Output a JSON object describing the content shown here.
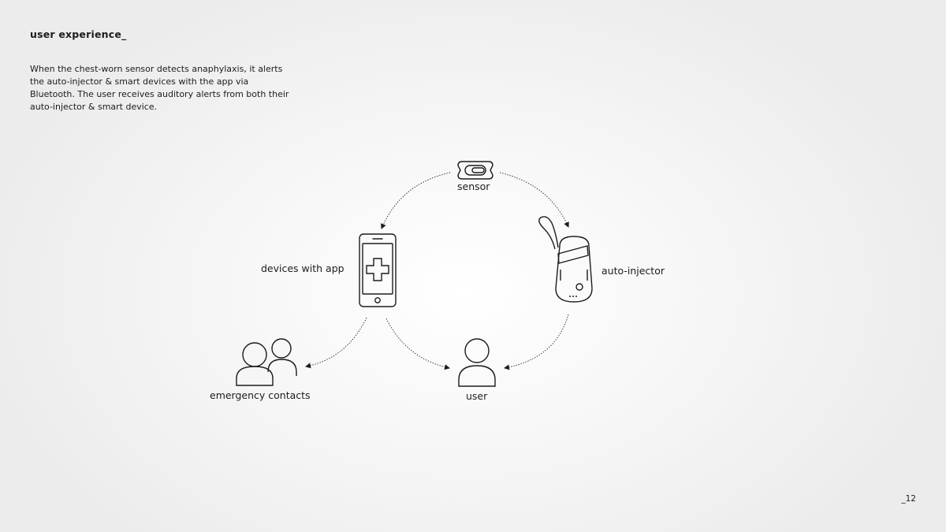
{
  "slide": {
    "heading": "user experience_",
    "intro": "When the chest-worn sensor detects anaphylaxis, it alerts the auto-injector & smart devices with the app via Bluetooth. The user receives auditory alerts from both their auto-injector & smart device.",
    "page_number": "_12"
  },
  "diagram": {
    "nodes": {
      "sensor": {
        "label": "sensor",
        "icon": "sensor-icon"
      },
      "devices": {
        "label": "devices with app",
        "icon": "smartphone-icon"
      },
      "injector": {
        "label": "auto-injector",
        "icon": "auto-injector-icon"
      },
      "contacts": {
        "label": "emergency contacts",
        "icon": "people-icon"
      },
      "user": {
        "label": "user",
        "icon": "person-icon"
      }
    },
    "edges": [
      {
        "from": "sensor",
        "to": "devices"
      },
      {
        "from": "sensor",
        "to": "injector"
      },
      {
        "from": "devices",
        "to": "contacts"
      },
      {
        "from": "devices",
        "to": "user"
      },
      {
        "from": "injector",
        "to": "user"
      }
    ],
    "colors": {
      "stroke": "#1c1c1c",
      "background": "#ececec"
    }
  }
}
